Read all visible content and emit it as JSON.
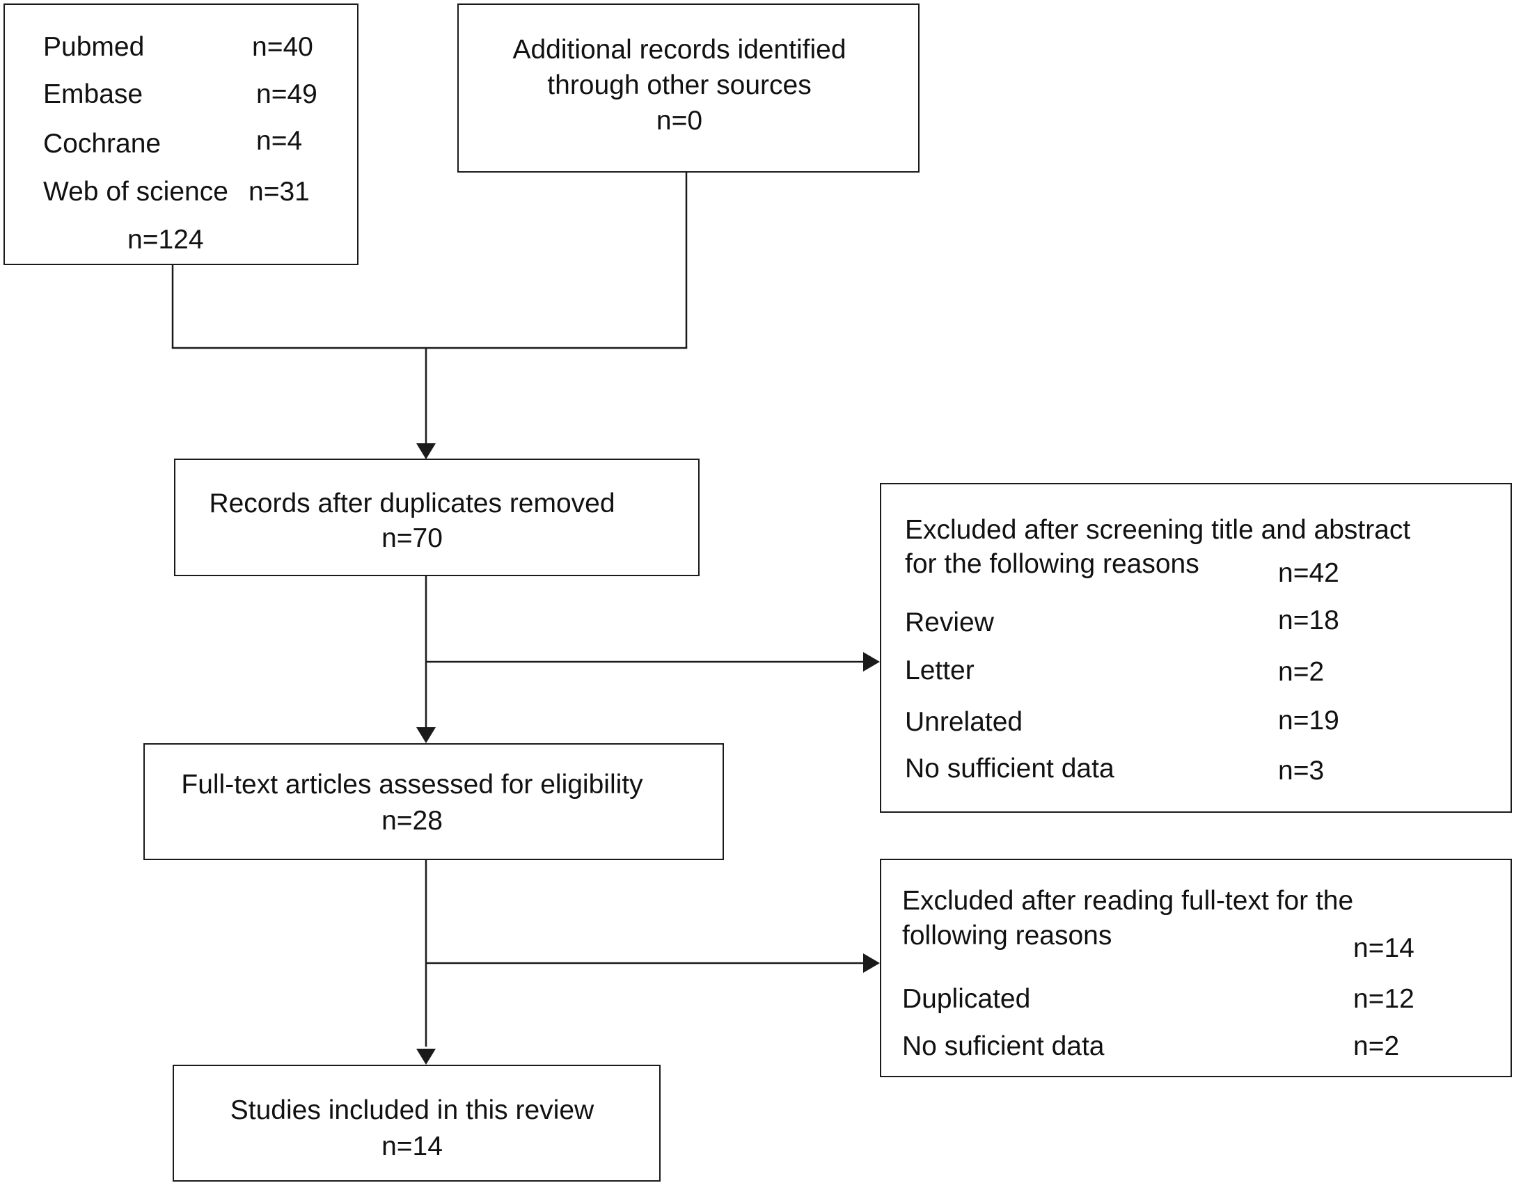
{
  "sources_box": {
    "rows": [
      {
        "label": "Pubmed",
        "count": "n=40"
      },
      {
        "label": "Embase",
        "count": "n=49"
      },
      {
        "label": "Cochrane",
        "count": "n=4"
      },
      {
        "label": "Web of science",
        "count": "n=31"
      }
    ],
    "total": "n=124"
  },
  "additional_box": {
    "line1": "Additional records identified",
    "line2": "through other sources",
    "count": "n=0"
  },
  "dedup_box": {
    "label": "Records after duplicates removed",
    "count": "n=70"
  },
  "screen_excluded_box": {
    "line1": "Excluded after screening title and abstract",
    "line2": "for the following reasons",
    "total": "n=42",
    "reasons": [
      {
        "label": "Review",
        "count": "n=18"
      },
      {
        "label": "Letter",
        "count": "n=2"
      },
      {
        "label": "Unrelated",
        "count": "n=19"
      },
      {
        "label": "No sufficient data",
        "count": "n=3"
      }
    ]
  },
  "fulltext_box": {
    "label": "Full-text articles assessed for eligibility",
    "count": "n=28"
  },
  "fulltext_excluded_box": {
    "line1": "Excluded after reading full-text for the",
    "line2": "following reasons",
    "total": "n=14",
    "reasons": [
      {
        "label": "Duplicated",
        "count": "n=12"
      },
      {
        "label": "No suficient data",
        "count": "n=2"
      }
    ]
  },
  "included_box": {
    "label": "Studies included in this review",
    "count": "n=14"
  },
  "colors": {
    "line": "#1a1a1a",
    "text": "#111111",
    "background": "#ffffff"
  }
}
